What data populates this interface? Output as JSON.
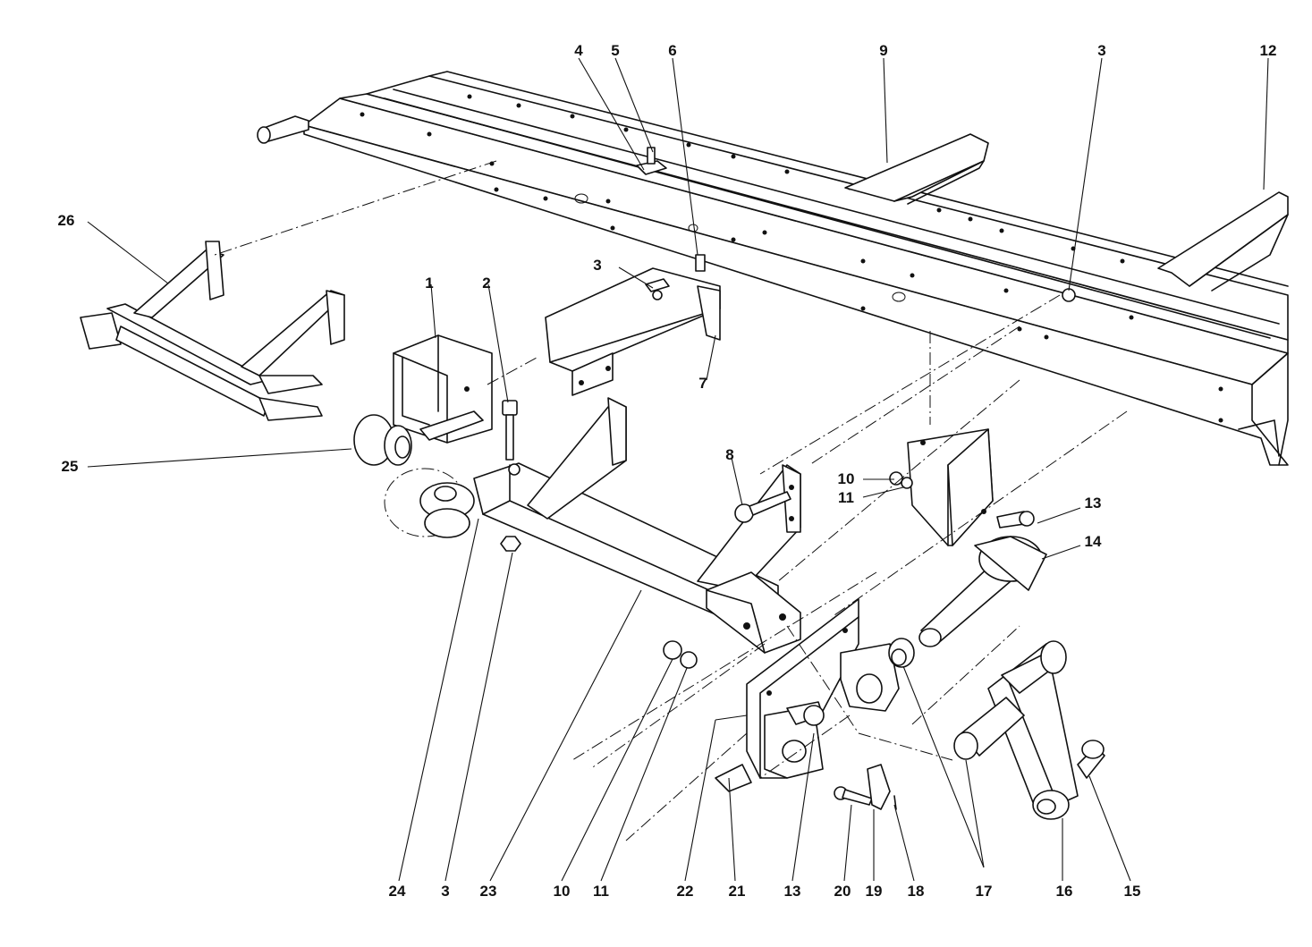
{
  "callouts": [
    {
      "id": "c4",
      "text": "4"
    },
    {
      "id": "c5",
      "text": "5"
    },
    {
      "id": "c6",
      "text": "6"
    },
    {
      "id": "c9",
      "text": "9"
    },
    {
      "id": "c3a",
      "text": "3"
    },
    {
      "id": "c12",
      "text": "12"
    },
    {
      "id": "c26",
      "text": "26"
    },
    {
      "id": "c1",
      "text": "1"
    },
    {
      "id": "c2",
      "text": "2"
    },
    {
      "id": "c3b",
      "text": "3"
    },
    {
      "id": "c7",
      "text": "7"
    },
    {
      "id": "c25",
      "text": "25"
    },
    {
      "id": "c8",
      "text": "8"
    },
    {
      "id": "c10a",
      "text": "10"
    },
    {
      "id": "c11a",
      "text": "11"
    },
    {
      "id": "c13a",
      "text": "13"
    },
    {
      "id": "c14",
      "text": "14"
    },
    {
      "id": "c24",
      "text": "24"
    },
    {
      "id": "c3c",
      "text": "3"
    },
    {
      "id": "c23",
      "text": "23"
    },
    {
      "id": "c10b",
      "text": "10"
    },
    {
      "id": "c11b",
      "text": "11"
    },
    {
      "id": "c22",
      "text": "22"
    },
    {
      "id": "c21",
      "text": "21"
    },
    {
      "id": "c13b",
      "text": "13"
    },
    {
      "id": "c20",
      "text": "20"
    },
    {
      "id": "c19",
      "text": "19"
    },
    {
      "id": "c18",
      "text": "18"
    },
    {
      "id": "c17",
      "text": "17"
    },
    {
      "id": "c16",
      "text": "16"
    },
    {
      "id": "c15",
      "text": "15"
    }
  ]
}
